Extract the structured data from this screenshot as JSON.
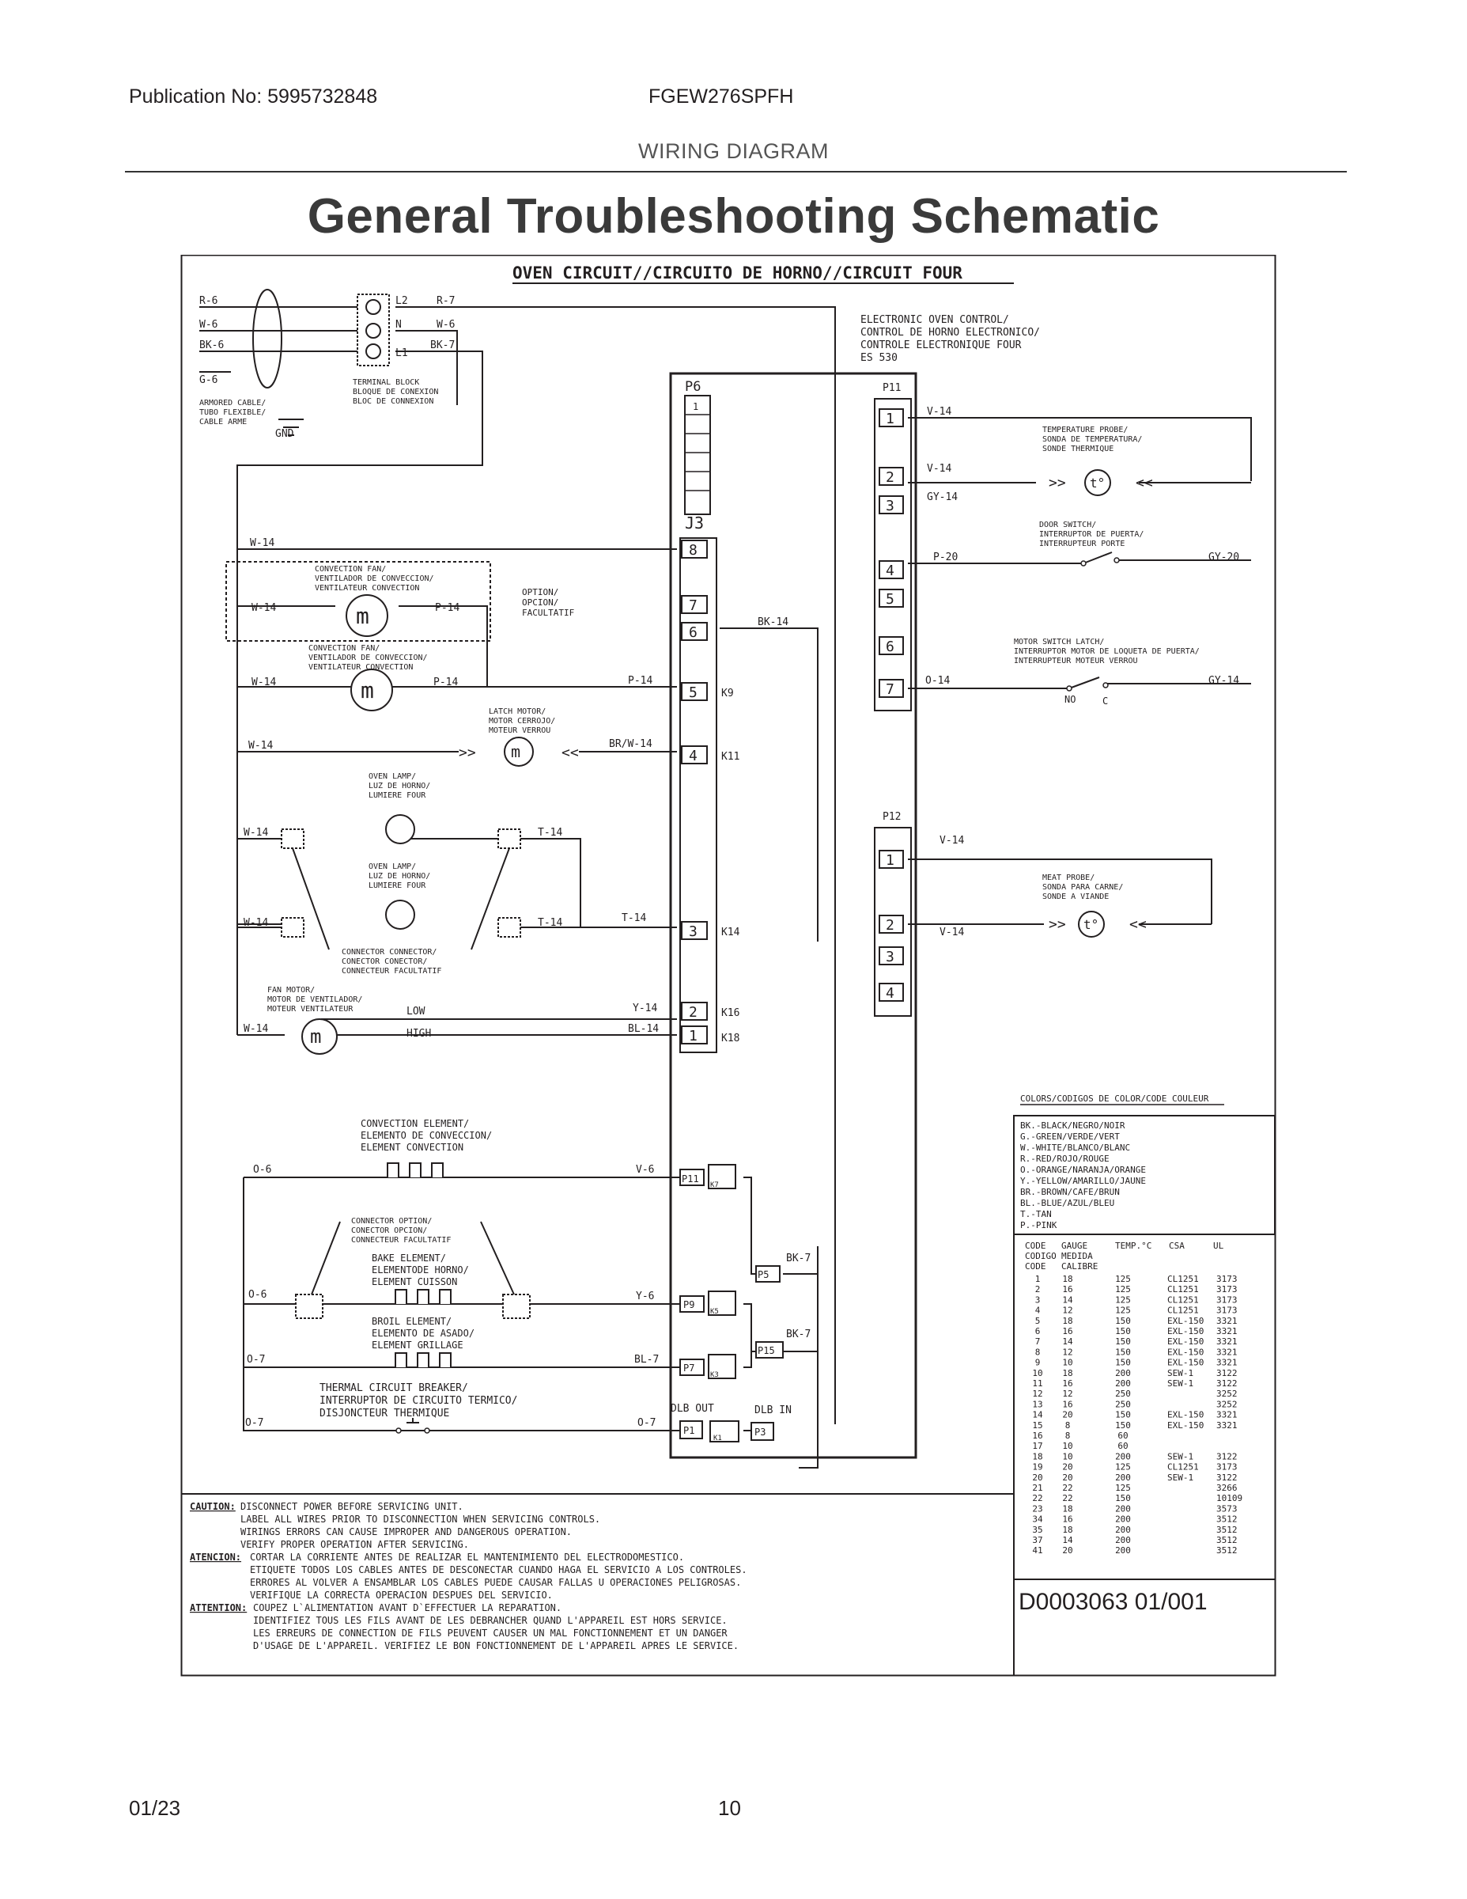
{
  "header": {
    "publication": "Publication No: 5995732848",
    "model": "FGEW276SPFH",
    "section": "WIRING DIAGRAM",
    "title": "General Troubleshooting Schematic"
  },
  "footer": {
    "date": "01/23",
    "page": "10"
  },
  "schematic": {
    "heading": "OVEN CIRCUIT//CIRCUITO DE HORNO//CIRCUIT FOUR",
    "supply": {
      "wires": [
        "R-6",
        "W-6",
        "BK-6",
        "G-6"
      ],
      "cable": [
        "ARMORED CABLE/",
        "TUBO FLEXIBLE/",
        "CABLE ARME"
      ],
      "gnd": "GND",
      "terminals": [
        "L2",
        "N",
        "L1"
      ],
      "out_wires": [
        "R-7",
        "W-6",
        "BK-7"
      ],
      "terminal_block": [
        "TERMINAL BLOCK",
        "BLOQUE DE CONEXION",
        "BLOC DE CONNEXION"
      ]
    },
    "control": {
      "title": [
        "ELECTRONIC OVEN CONTROL/",
        "CONTROL DE HORNO ELECTRONICO/",
        "CONTROLE ELECTRONIQUE FOUR",
        "ES 530"
      ],
      "p6": "P6",
      "p6_pin": "1",
      "j3": "J3",
      "j3_pins": [
        "8",
        "7",
        "6",
        "5",
        "4",
        "3",
        "2",
        "1"
      ],
      "relays": [
        "K9",
        "K11",
        "K14",
        "K16",
        "K18"
      ],
      "p11": "P11",
      "p11_pins": [
        "1",
        "2",
        "3",
        "4",
        "5",
        "6",
        "7"
      ],
      "p12": "P12",
      "p12_pins": [
        "1",
        "2",
        "3",
        "4"
      ]
    },
    "left": {
      "w14a": "W-14",
      "conv_fan_opt": [
        "CONVECTION FAN/",
        "VENTILADOR DE CONVECCION/",
        "VENTILATEUR CONVECTION"
      ],
      "w14b": "W-14",
      "p14a": "P-14",
      "option": [
        "OPTION/",
        "OPCION/",
        "FACULTATIF"
      ],
      "bk14": "BK-14",
      "conv_fan": [
        "CONVECTION FAN/",
        "VENTILADOR DE CONVECCION/",
        "VENTILATEUR CONVECTION"
      ],
      "w14c": "W-14",
      "p14b": "P-14",
      "p14c": "P-14",
      "latch": [
        "LATCH MOTOR/",
        "MOTOR CERROJO/",
        "MOTEUR VERROU"
      ],
      "w14d": "W-14",
      "brw14": "BR/W-14",
      "lamp1": [
        "OVEN LAMP/",
        "LUZ DE HORNO/",
        "LUMIERE FOUR"
      ],
      "w14e": "W-14",
      "t14a": "T-14",
      "lamp2": [
        "OVEN LAMP/",
        "LUZ DE HORNO/",
        "LUMIERE FOUR"
      ],
      "w14f": "W-14",
      "t14b": "T-14",
      "t14c": "T-14",
      "connector": [
        "CONNECTOR CONNECTOR/",
        "CONECTOR CONECTOR/",
        "CONNECTEUR FACULTATIF"
      ],
      "fan_motor": [
        "FAN MOTOR/",
        "MOTOR DE VENTILADOR/",
        "MOTEUR VENTILATEUR"
      ],
      "low": "LOW",
      "high": "HIGH",
      "w14g": "W-14",
      "y14": "Y-14",
      "bl14": "BL-14"
    },
    "right": {
      "v14a": "V-14",
      "temp_probe": [
        "TEMPERATURE PROBE/",
        "SONDA DE TEMPERATURA/",
        "SONDE THERMIQUE"
      ],
      "v14b": "V-14",
      "gy14a": "GY-14",
      "door_switch": [
        "DOOR SWITCH/",
        "INTERRUPTOR DE PUERTA/",
        "INTERRUPTEUR PORTE"
      ],
      "p20": "P-20",
      "gy20": "GY-20",
      "motor_switch": [
        "MOTOR SWITCH LATCH/",
        "INTERRUPTOR MOTOR DE LOQUETA DE PUERTA/",
        "INTERRUPTEUR MOTEUR VERROU"
      ],
      "o14": "O-14",
      "gy14b": "GY-14",
      "no": "NO",
      "c": "C",
      "v14c": "V-14",
      "meat_probe": [
        "MEAT PROBE/",
        "SONDA PARA CARNE/",
        "SONDE A VIANDE"
      ],
      "v14d": "V-14",
      "probe_symbol": "t°"
    },
    "lower": {
      "conv_element": [
        "CONVECTION ELEMENT/",
        "ELEMENTO DE CONVECCION/",
        "ELEMENT CONVECTION"
      ],
      "o6a": "O-6",
      "v6": "V-6",
      "connector_opt": [
        "CONNECTOR OPTION/",
        "CONECTOR OPCION/",
        "CONNECTEUR FACULTATIF"
      ],
      "bake": [
        "BAKE ELEMENT/",
        "ELEMENTODE HORNO/",
        "ELEMENT CUISSON"
      ],
      "o6b": "O-6",
      "y6": "Y-6",
      "broil": [
        "BROIL ELEMENT/",
        "ELEMENTO DE ASADO/",
        "ELEMENT GRILLAGE"
      ],
      "o7a": "O-7",
      "bl7": "BL-7",
      "breaker": [
        "THERMAL CIRCUIT BREAKER/",
        "INTERRUPTOR DE CIRCUITO TERMICO/",
        "DISJONCTEUR THERMIQUE"
      ],
      "o7b": "O-7",
      "o7c": "O-7",
      "p11": "P11",
      "k7": "K7",
      "p5": "P5",
      "bk7a": "BK-7",
      "p9": "P9",
      "k5": "K5",
      "p15": "P15",
      "bk7b": "BK-7",
      "p7": "P7",
      "k3": "K3",
      "dlb_out": "DLB OUT",
      "dlb_in": "DLB IN",
      "p1": "P1",
      "k1": "K1",
      "p3": "P3"
    },
    "colors": {
      "title": "COLORS/CODIGOS DE COLOR/CODE COULEUR",
      "items": [
        "BK.-BLACK/NEGRO/NOIR",
        "G.-GREEN/VERDE/VERT",
        "W.-WHITE/BLANCO/BLANC",
        "R.-RED/ROJO/ROUGE",
        "O.-ORANGE/NARANJA/ORANGE",
        "Y.-YELLOW/AMARILLO/JAUNE",
        "BR.-BROWN/CAFE/BRUN",
        "BL.-BLUE/AZUL/BLEU",
        "T.-TAN",
        "P.-PINK"
      ]
    },
    "gauge": {
      "head": [
        "CODE",
        "GAUGE",
        "TEMP.°C",
        "CSA",
        "UL"
      ],
      "head2": [
        "CODIGO",
        "MEDIDA"
      ],
      "head3": [
        "CODE",
        "CALIBRE"
      ],
      "rows": [
        [
          "1",
          "18",
          "125",
          "CL1251",
          "3173"
        ],
        [
          "2",
          "16",
          "125",
          "CL1251",
          "3173"
        ],
        [
          "3",
          "14",
          "125",
          "CL1251",
          "3173"
        ],
        [
          "4",
          "12",
          "125",
          "CL1251",
          "3173"
        ],
        [
          "5",
          "18",
          "150",
          "EXL-150",
          "3321"
        ],
        [
          "6",
          "16",
          "150",
          "EXL-150",
          "3321"
        ],
        [
          "7",
          "14",
          "150",
          "EXL-150",
          "3321"
        ],
        [
          "8",
          "12",
          "150",
          "EXL-150",
          "3321"
        ],
        [
          "9",
          "10",
          "150",
          "EXL-150",
          "3321"
        ],
        [
          "10",
          "18",
          "200",
          "SEW-1",
          "3122"
        ],
        [
          "11",
          "16",
          "200",
          "SEW-1",
          "3122"
        ],
        [
          "12",
          "12",
          "250",
          "",
          "3252"
        ],
        [
          "13",
          "16",
          "250",
          "",
          "3252"
        ],
        [
          "14",
          "20",
          "150",
          "EXL-150",
          "3321"
        ],
        [
          "15",
          "8",
          "150",
          "EXL-150",
          "3321"
        ],
        [
          "16",
          "8",
          "60",
          "",
          ""
        ],
        [
          "17",
          "10",
          "60",
          "",
          ""
        ],
        [
          "18",
          "10",
          "200",
          "SEW-1",
          "3122"
        ],
        [
          "19",
          "20",
          "125",
          "CL1251",
          "3173"
        ],
        [
          "20",
          "20",
          "200",
          "SEW-1",
          "3122"
        ],
        [
          "21",
          "22",
          "125",
          "",
          "3266"
        ],
        [
          "22",
          "22",
          "150",
          "",
          "10109"
        ],
        [
          "23",
          "18",
          "200",
          "",
          "3573"
        ],
        [
          "34",
          "16",
          "200",
          "",
          "3512"
        ],
        [
          "35",
          "18",
          "200",
          "",
          "3512"
        ],
        [
          "37",
          "14",
          "200",
          "",
          "3512"
        ],
        [
          "41",
          "20",
          "200",
          "",
          "3512"
        ]
      ]
    },
    "caution": {
      "l1a": "CAUTION:",
      "l1b": "DISCONNECT POWER BEFORE SERVICING UNIT.",
      "l2": "LABEL ALL WIRES PRIOR TO DISCONNECTION WHEN SERVICING CONTROLS.",
      "l3": "WIRINGS ERRORS CAN CAUSE IMPROPER AND DANGEROUS OPERATION.",
      "l4": "VERIFY PROPER OPERATION AFTER SERVICING.",
      "l5a": "ATENCION:",
      "l5b": "CORTAR LA CORRIENTE ANTES DE REALIZAR EL MANTENIMIENTO DEL ELECTRODOMESTICO.",
      "l6": "ETIQUETE TODOS LOS CABLES ANTES DE DESCONECTAR CUANDO HAGA EL SERVICIO A LOS CONTROLES.",
      "l7": "ERRORES AL VOLVER A ENSAMBLAR LOS CABLES PUEDE CAUSAR FALLAS U OPERACIONES PELIGROSAS.",
      "l8": "VERIFIQUE LA CORRECTA OPERACION DESPUES DEL SERVICIO.",
      "l9a": "ATTENTION:",
      "l9b": "COUPEZ L`ALIMENTATION AVANT D`EFFECTUER LA REPARATION.",
      "l10": "IDENTIFIEZ TOUS LES FILS AVANT DE LES DEBRANCHER QUAND L'APPAREIL EST HORS SERVICE.",
      "l11": "LES ERREURS DE CONNECTION DE FILS PEUVENT CAUSER UN MAL FONCTIONNEMENT ET UN DANGER",
      "l12": "D'USAGE DE L'APPAREIL. VERIFIEZ LE BON FONCTIONNEMENT DE L'APPAREIL APRES LE SERVICE."
    },
    "doc_no": "D0003063  01/001"
  }
}
